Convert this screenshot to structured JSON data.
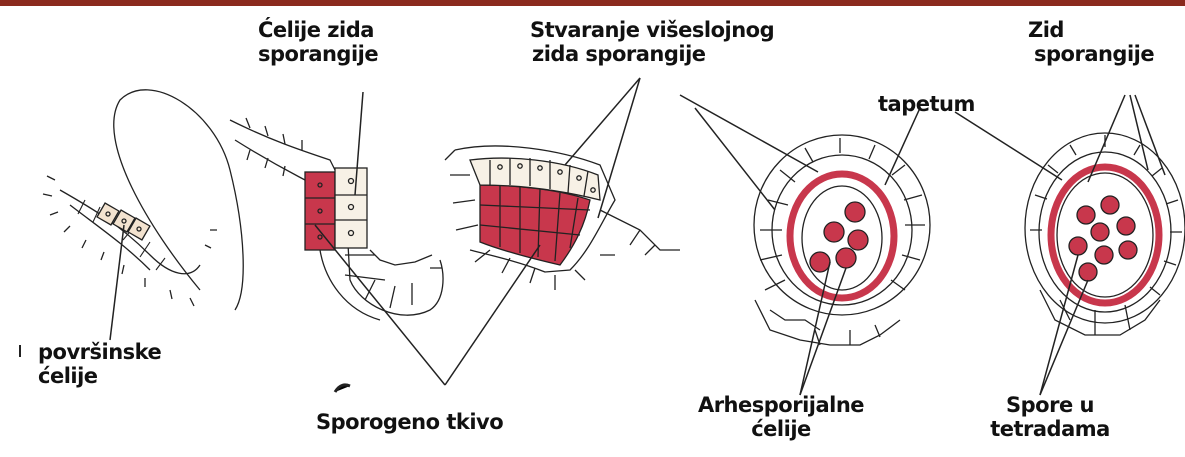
{
  "colors": {
    "top_rule": "#8b2a1e",
    "wall": "#222222",
    "sporogenous": "#c8374c",
    "sporogenous_light": "#d66a7a",
    "surface_cell": "#f3e3d0",
    "outer_wall_cell": "#f7f1e6",
    "spore": "#c8374c"
  },
  "labels": {
    "wall_cells": [
      "Ćelije zida",
      "sporangije"
    ],
    "multilayer_wall": [
      "Stvaranje višeslojnog",
      "zida sporangije"
    ],
    "sporangium_wall": [
      "Zid",
      "sporangije"
    ],
    "tapetum": "tapetum",
    "surface_cells": [
      "površinske",
      "ćelije"
    ],
    "sporogenous_tissue": "Sporogeno tkivo",
    "archesporial_cells": [
      "Arhesporijalne",
      "ćelije"
    ],
    "spores_in_tetrads": [
      "Spore u",
      "tetradama"
    ]
  }
}
